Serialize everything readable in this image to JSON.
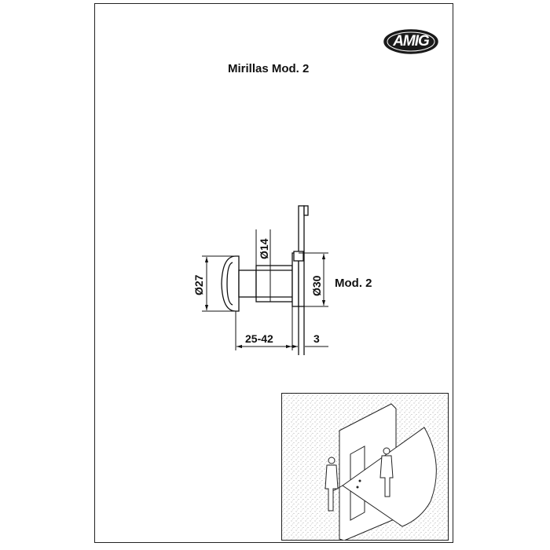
{
  "logo": {
    "text": "AMIG",
    "fill": "#1a1a1a"
  },
  "title": "Mirillas Mod. 2",
  "dimensions": {
    "outer_diameter": "Ø27",
    "barrel_diameter": "Ø14",
    "flange_diameter": "Ø30",
    "door_thickness": "25-42",
    "flange_thickness": "3"
  },
  "model_label": "Mod. 2",
  "colors": {
    "line": "#111111",
    "texture": "#8a8a8a",
    "frame": "#222222"
  }
}
